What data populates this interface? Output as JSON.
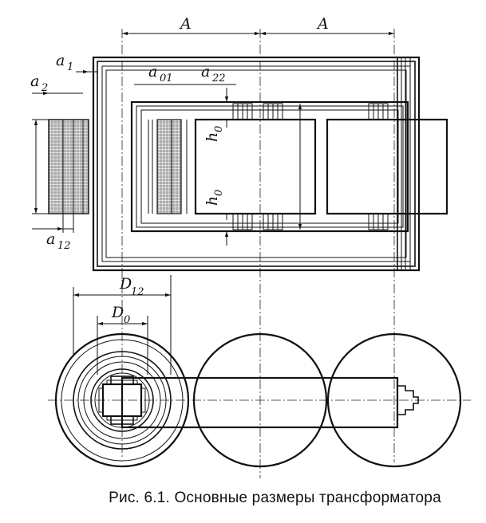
{
  "caption": "Рис. 6.1. Основные размеры трансформатора",
  "labels": {
    "A_left": "A",
    "A_right": "A",
    "a1": "a",
    "a1_sub": "1",
    "a2": "a",
    "a2_sub": "2",
    "a01": "a",
    "a01_sub": "01",
    "a22": "a",
    "a22_sub": "22",
    "h0_top": "h",
    "h0_top_sub": "0",
    "h0_bottom": "h",
    "h0_bottom_sub": "0",
    "a12": "a",
    "a12_sub": "12",
    "D12": "D",
    "D12_sub": "12",
    "D0": "D",
    "D0_sub": "0"
  }
}
